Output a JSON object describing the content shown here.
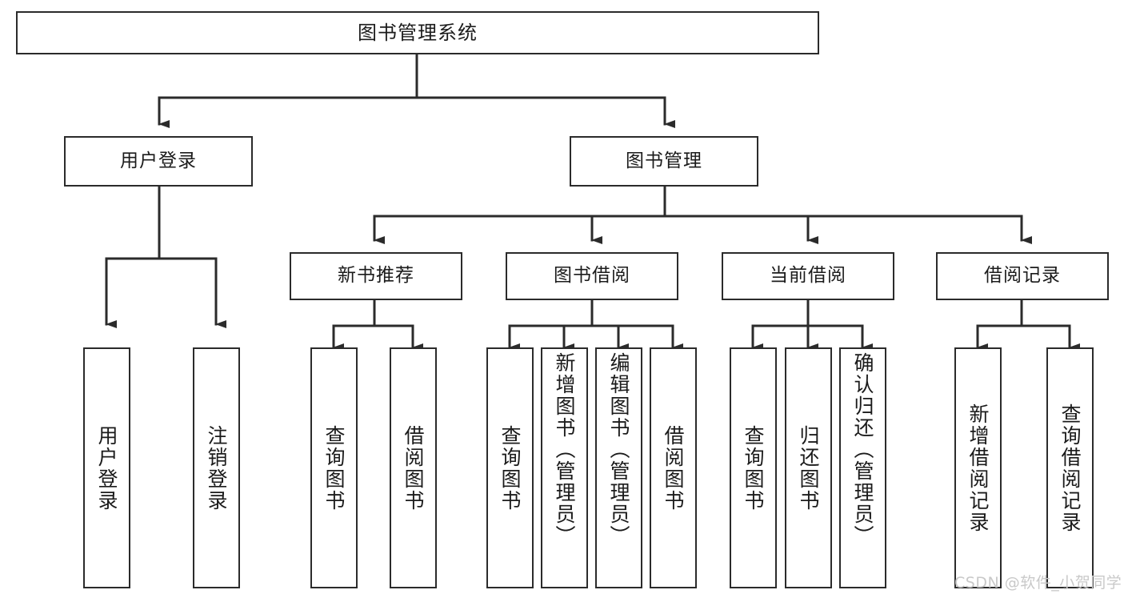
{
  "diagram": {
    "type": "tree",
    "title": "图书管理系统",
    "background_color": "#ffffff",
    "box_border_color": "#2b2b2b",
    "box_fill_color": "#ffffff",
    "text_color": "#1b1b1b",
    "root": {
      "label": "图书管理系统"
    },
    "level1": [
      {
        "label": "用户登录"
      },
      {
        "label": "图书管理"
      }
    ],
    "level2": [
      {
        "label": "新书推荐"
      },
      {
        "label": "图书借阅"
      },
      {
        "label": "当前借阅"
      },
      {
        "label": "借阅记录"
      }
    ],
    "leaves": {
      "user_login": [
        {
          "label": "用户登录"
        },
        {
          "label": "注销登录"
        }
      ],
      "new_book_recommend": [
        {
          "label": "查询图书"
        },
        {
          "label": "借阅图书"
        }
      ],
      "book_borrow": [
        {
          "label": "查询图书"
        },
        {
          "label": "新增图书（管理员）"
        },
        {
          "label": "编辑图书（管理员）"
        },
        {
          "label": "借阅图书"
        }
      ],
      "current_borrow": [
        {
          "label": "查询图书"
        },
        {
          "label": "归还图书"
        },
        {
          "label": "确认归还（管理员）"
        }
      ],
      "borrow_record": [
        {
          "label": "新增借阅记录"
        },
        {
          "label": "查询借阅记录"
        }
      ]
    }
  },
  "watermark": {
    "text": "CSDN @软件_小贺同学",
    "color": "#c9c9c9"
  }
}
